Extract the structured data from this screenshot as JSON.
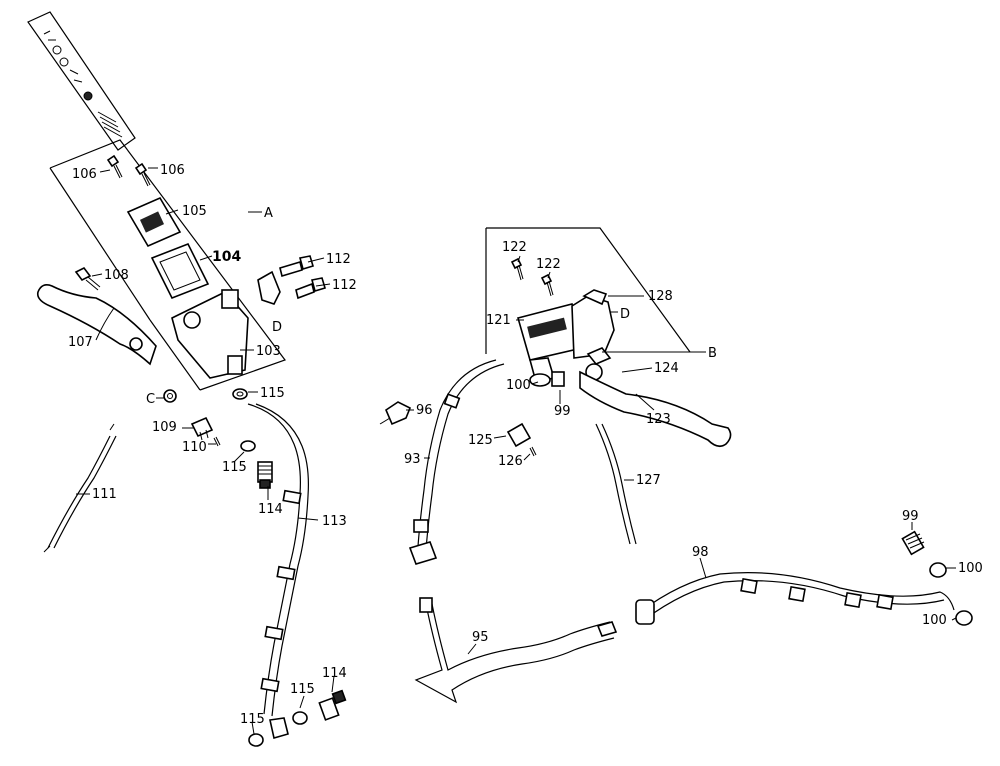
{
  "labels": {
    "p106a": "106",
    "p106b": "106",
    "p105": "105",
    "pA": "A",
    "p104": "104",
    "p112a": "112",
    "p112b": "112",
    "p108": "108",
    "pD1": "D",
    "p107": "107",
    "p103": "103",
    "pC": "C",
    "p115a": "115",
    "p109": "109",
    "p110": "110",
    "p115b": "115",
    "p111": "111",
    "p114a": "114",
    "p113": "113",
    "p114b": "114",
    "p115c": "115",
    "p115d": "115",
    "p122a": "122",
    "p122b": "122",
    "p128": "128",
    "p121": "121",
    "pD2": "D",
    "pB": "B",
    "p124": "124",
    "p100a": "100",
    "p99a": "99",
    "p96": "96",
    "p123": "123",
    "p125": "125",
    "p126": "126",
    "p93": "93",
    "p127": "127",
    "p99b": "99",
    "p98": "98",
    "p100b": "100",
    "p100c": "100",
    "p95": "95"
  }
}
